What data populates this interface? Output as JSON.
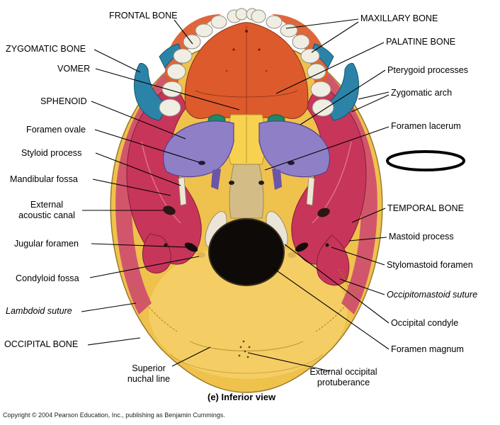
{
  "figure": {
    "caption": "(e) Inferior view",
    "copyright": "Copyright © 2004 Pearson Education, Inc., publishing as Benjamin Cummings."
  },
  "labels": {
    "frontal_bone": "FRONTAL BONE",
    "zygomatic_bone": "ZYGOMATIC BONE",
    "vomer": "VOMER",
    "sphenoid": "SPHENOID",
    "foramen_ovale": "Foramen ovale",
    "styloid_process": "Styloid process",
    "mandibular_fossa": "Mandibular fossa",
    "external_acoustic_canal": "External\nacoustic canal",
    "jugular_foramen": "Jugular foramen",
    "condyloid_fossa": "Condyloid fossa",
    "lambdoid_suture": "Lambdoid suture",
    "occipital_bone": "OCCIPITAL BONE",
    "superior_nuchal_line": "Superior\nnuchal line",
    "maxillary_bone": "MAXILLARY BONE",
    "palatine_bone": "PALATINE BONE",
    "pterygoid_processes": "Pterygoid processes",
    "zygomatic_arch": "Zygomatic arch",
    "foramen_lacerum": "Foramen lacerum",
    "temporal_bone": "TEMPORAL BONE",
    "mastoid_process": "Mastoid process",
    "stylomastoid_foramen": "Stylomastoid foramen",
    "occipitomastoid_suture": "Occipitomastoid suture",
    "occipital_condyle": "Occipital condyle",
    "foramen_magnum": "Foramen magnum",
    "external_occipital_protuberance": "External occipital\nprotuberance"
  },
  "colors": {
    "maxilla_orange": "#DD5A2C",
    "vomer_yellow": "#F6D24F",
    "palatine_green": "#1C8A68",
    "zygomatic_blue": "#2B84A8",
    "sphenoid_purple": "#8F7FC7",
    "pterygoid_purple": "#6A55A8",
    "temporal_red": "#C8355A",
    "occipital_yellow": "#EFC14D",
    "occipital_light": "#F7D979",
    "teeth_white": "#F0EDE2",
    "foramen_black": "#0D0A08",
    "outer_rim_pink": "#D2566B",
    "basilar_tan": "#D3BC85",
    "condyle_ivory": "#EAE5D6"
  }
}
